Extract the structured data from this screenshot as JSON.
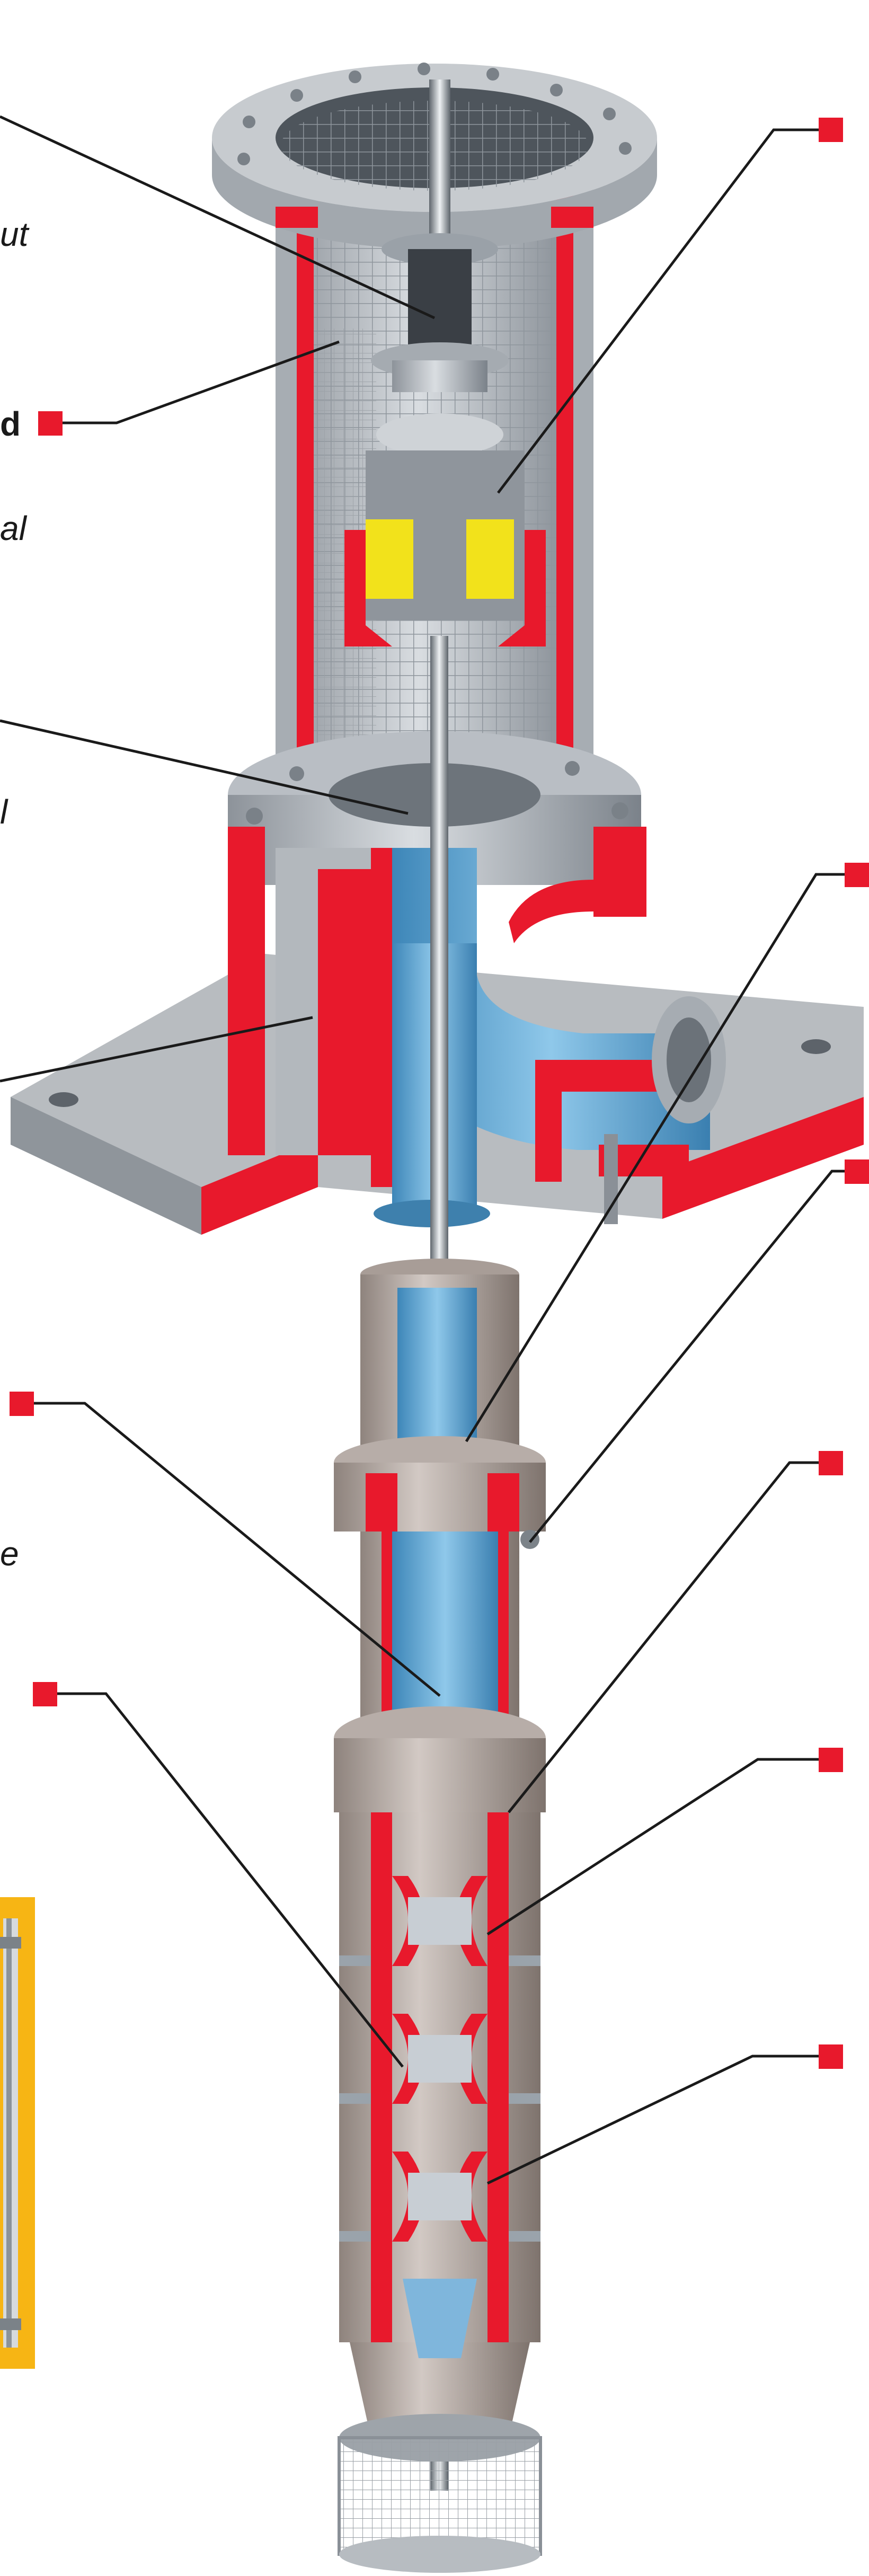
{
  "labels": {
    "coupling_tail": "ut",
    "guard_tail": "d",
    "seal_tail": "al",
    "bearing_tail": "l",
    "column_tail": "e"
  },
  "colors": {
    "cut_red": "#e8192c",
    "steel": "#b9bec4",
    "steel_dark": "#6f767e",
    "fluid_blue": "#5aa6d6",
    "column_gray": "#b3a8a2",
    "inset_yellow": "#f7b514",
    "leader": "#1a1a1a"
  },
  "icons": [
    "callout-marker-icon",
    "flange-bolt-icon",
    "mesh-guard-icon",
    "mechanical-seal-icon",
    "impeller-icon",
    "suction-strainer-icon"
  ]
}
